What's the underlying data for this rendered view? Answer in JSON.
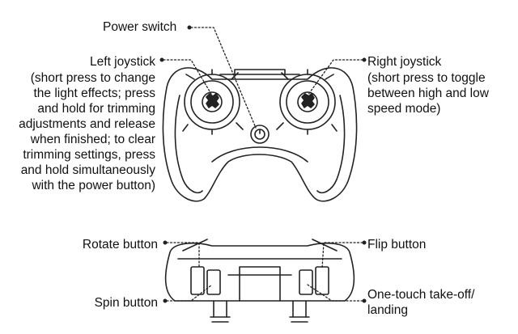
{
  "labels": {
    "power_switch": "Power switch",
    "left_joystick": "Left joystick",
    "left_joystick_desc": "(short press to change\nthe light effects; press\nand hold for trimming\nadjustments and release\nwhen finished; to clear\ntrimming settings, press\nand hold simultaneously\nwith the power button)",
    "right_joystick": "Right joystick",
    "right_joystick_desc": "(short press to toggle\nbetween high and low\nspeed mode)",
    "rotate_button": "Rotate button",
    "flip_button": "Flip button",
    "spin_button": "Spin button",
    "one_touch": "One-touch take-off/\nlanding"
  }
}
